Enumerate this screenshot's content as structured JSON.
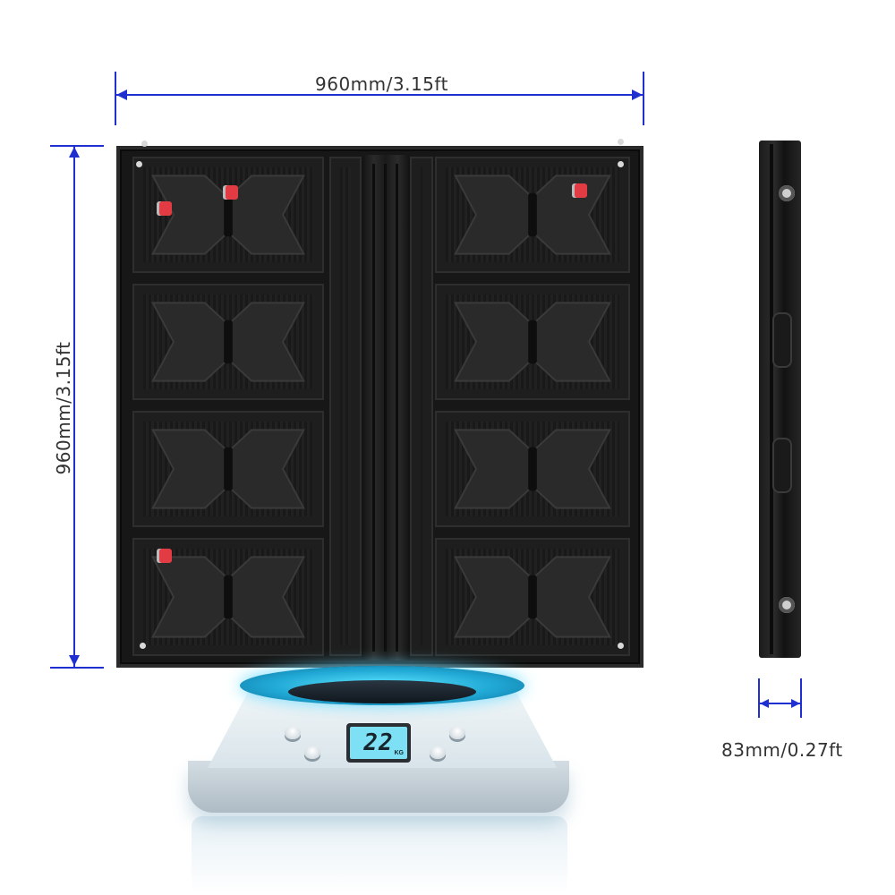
{
  "dimensions": {
    "width_label": "960mm/3.15ft",
    "height_label": "960mm/3.15ft",
    "depth_label": "83mm/0.27ft"
  },
  "scale": {
    "display_value": "22",
    "unit": "KG"
  },
  "colors": {
    "dimension_line": "#1f2fd0",
    "latch": "#e33b43",
    "scale_glow": "#3ccaf0",
    "lcd_screen": "#7ee0f5"
  }
}
